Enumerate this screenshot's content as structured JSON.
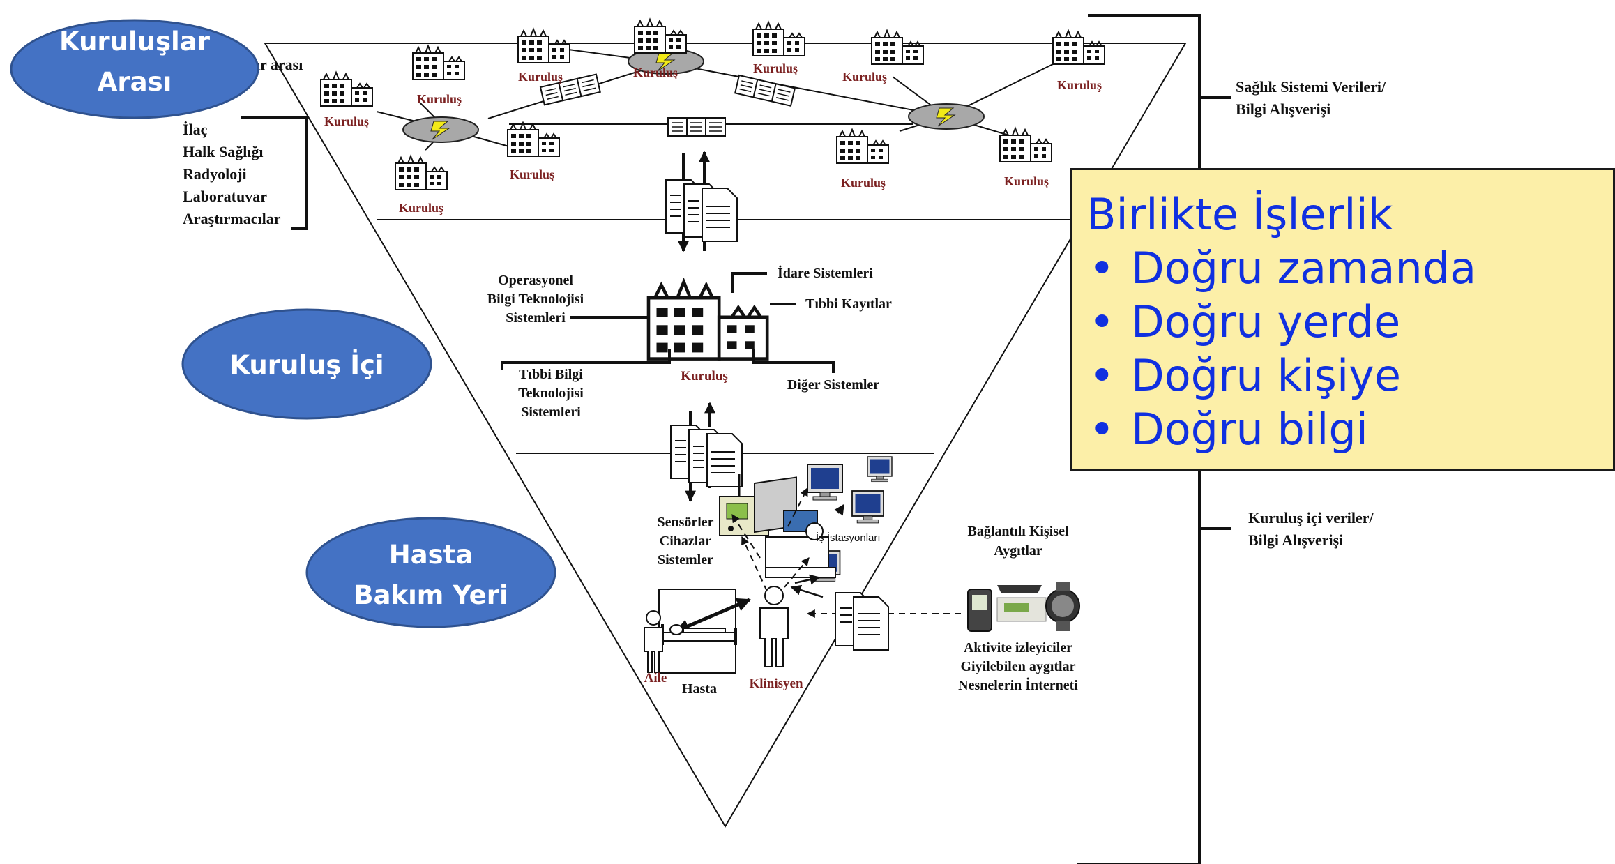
{
  "levels": {
    "inter": "Kuruluşlar Arası",
    "intra": "Kuruluş İçi",
    "care": "Hasta Bakım Yeri"
  },
  "org_label": "Kuruluş",
  "partial_header": "ar arası",
  "stakeholders": [
    "İlaç",
    "Halk Sağlığı",
    "Radyoloji",
    "Laboratuvar",
    "Araştırmacılar"
  ],
  "right_labels": {
    "top_line1": "Sağlık Sistemi Verileri/",
    "top_line2": "Bilgi Alışverişi",
    "bottom_line1": "Kuruluş içi veriler/",
    "bottom_line2": "Bilgi Alışverişi"
  },
  "middle": {
    "operational": [
      "Operasyonel",
      "Bilgi Teknolojisi",
      "Sistemleri"
    ],
    "admin": "İdare Sistemleri",
    "medical_records": "Tıbbi Kayıtlar",
    "medical_it": [
      "Tıbbi Bilgi",
      "Teknolojisi",
      "Sistemleri"
    ],
    "other": "Diğer Sistemler"
  },
  "care": {
    "sensors": [
      "Sensörler",
      "Cihazlar",
      "Sistemler"
    ],
    "workstations": "İş İstasyonları",
    "connected_devices": [
      "Bağlantılı Kişisel",
      "Aygıtlar"
    ],
    "wearables": [
      "Aktivite izleyiciler",
      "Giyilebilen aygıtlar",
      "Nesnelerin İnterneti"
    ],
    "family": "Aile",
    "patient": "Hasta",
    "clinician": "Klinisyen"
  },
  "callout": {
    "title": "Birlikte İşlerlik",
    "bullets": [
      "Doğru zamanda",
      "Doğru yerde",
      "Doğru kişiye",
      "Doğru bilgi"
    ]
  },
  "colors": {
    "ellipse_fill": "#4472c4",
    "label_red": "#7a1f1f",
    "callout_bg": "#fcefa8",
    "callout_text": "#1030e0"
  }
}
